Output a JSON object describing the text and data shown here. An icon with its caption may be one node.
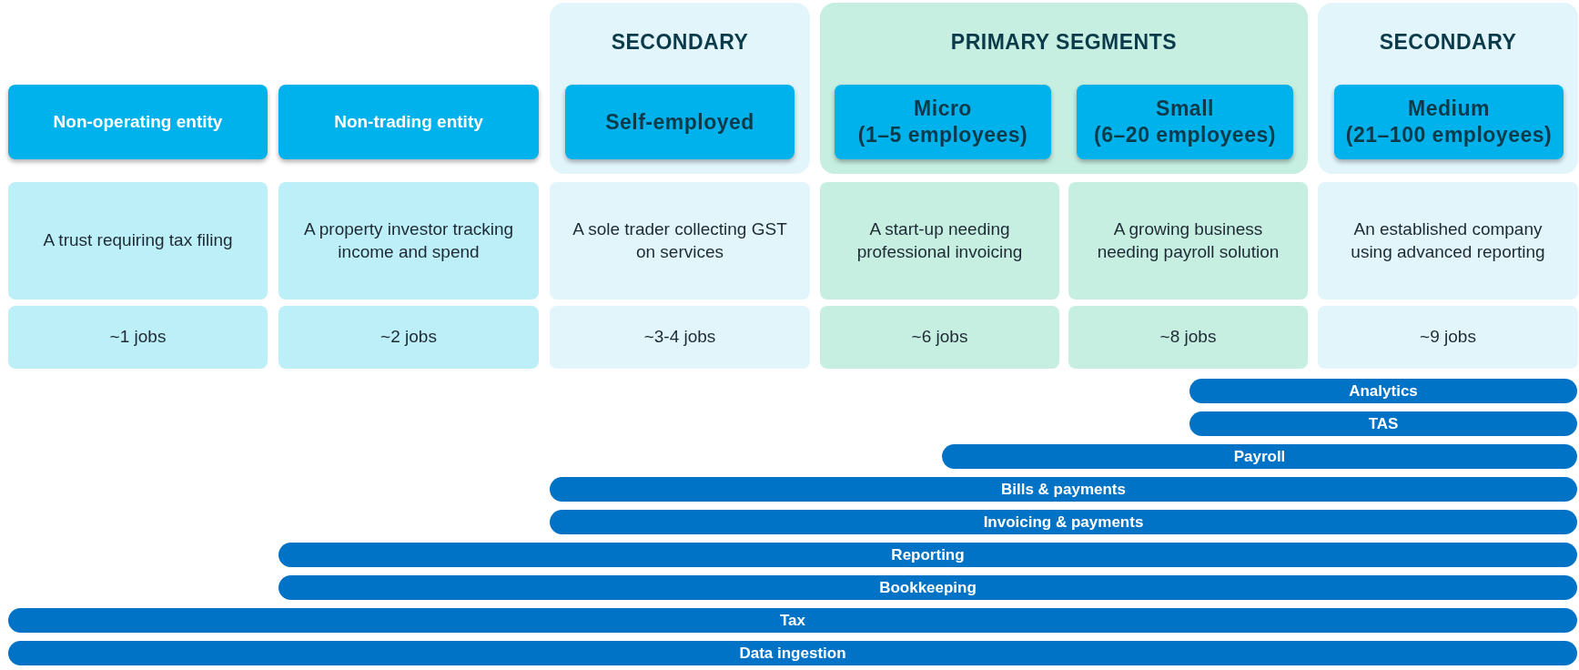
{
  "diagram": {
    "nodes": [
      {
        "text": [
          "SECONDARY"
        ]
      },
      {
        "text": [
          "PRIMARY SEGMENTS"
        ]
      },
      {
        "text": [
          "SECONDARY"
        ]
      },
      {
        "text": [
          "Non-operating entity"
        ]
      },
      {
        "text": [
          "Non-trading entity"
        ]
      },
      {
        "text": [
          "Self-employed"
        ],
        "in": 0
      },
      {
        "text": [
          "Micro",
          "(1–5 employees)"
        ],
        "in": 1
      },
      {
        "text": [
          "Small",
          "(6–20 employees)"
        ],
        "in": 1
      },
      {
        "text": [
          "Medium",
          "(21–100 employees)"
        ],
        "in": 2
      },
      {
        "text": [
          "A trust requiring tax filing"
        ]
      },
      {
        "text": [
          "A property investor tracking income and spend"
        ]
      },
      {
        "text": [
          "A sole trader collecting GST on services"
        ]
      },
      {
        "text": [
          "A start-up needing professional invoicing"
        ]
      },
      {
        "text": [
          "A growing business needing payroll solution"
        ]
      },
      {
        "text": [
          "An established company using advanced reporting"
        ]
      },
      {
        "text": [
          "~1 jobs"
        ]
      },
      {
        "text": [
          "~2 jobs"
        ]
      },
      {
        "text": [
          "~3-4 jobs"
        ]
      },
      {
        "text": [
          "~6 jobs"
        ]
      },
      {
        "text": [
          "~8 jobs"
        ]
      },
      {
        "text": [
          "~9 jobs"
        ]
      },
      {
        "text": [
          "Analytics"
        ]
      },
      {
        "text": [
          "TAS"
        ]
      },
      {
        "text": [
          "Payroll"
        ]
      },
      {
        "text": [
          "Bills & payments"
        ]
      },
      {
        "text": [
          "Invoicing & payments"
        ]
      },
      {
        "text": [
          "Reporting"
        ]
      },
      {
        "text": [
          "Bookkeeping"
        ]
      },
      {
        "text": [
          "Tax"
        ]
      },
      {
        "text": [
          "Data ingestion"
        ]
      }
    ],
    "edges": []
  }
}
